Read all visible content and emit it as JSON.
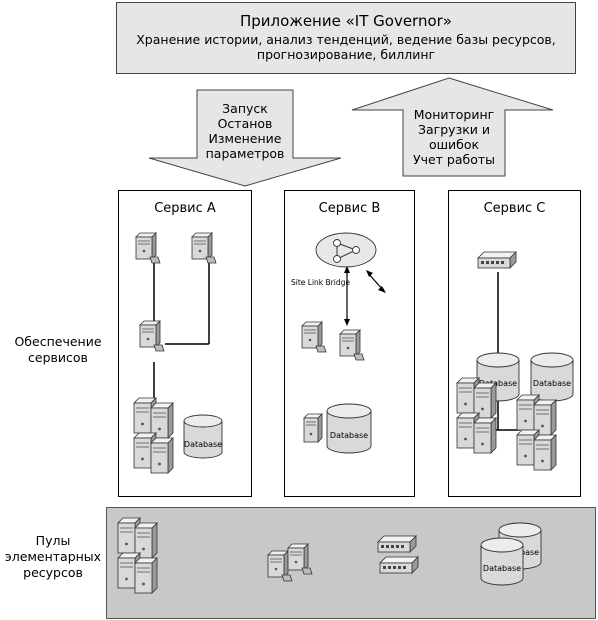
{
  "app": {
    "title": "Приложение «IT Governor»",
    "subtitle_line1": "Хранение истории, анализ тенденций, ведение базы ресурсов,",
    "subtitle_line2": "прогнозирование, биллинг"
  },
  "arrow_down": {
    "lines": [
      "Запуск",
      "Останов",
      "Изменение",
      "параметров"
    ]
  },
  "arrow_up": {
    "lines": [
      "Мониторинг",
      "Загрузки и",
      "ошибок",
      "Учет работы"
    ]
  },
  "services": [
    {
      "title": "Сервис A"
    },
    {
      "title": "Сервис B"
    },
    {
      "title": "Сервис C"
    }
  ],
  "labels": {
    "provisioning_line1": "Обеспечение",
    "provisioning_line2": "сервисов",
    "pools_line1": "Пулы",
    "pools_line2": "элементарных",
    "pools_line3": "ресурсов",
    "site_link_bridge": "Site Link Bridge",
    "database": "Database"
  },
  "colors": {
    "box_fill": "#e6e6e6",
    "pool_fill": "#c8c8c8",
    "server_fill": "#d9d9d9"
  }
}
